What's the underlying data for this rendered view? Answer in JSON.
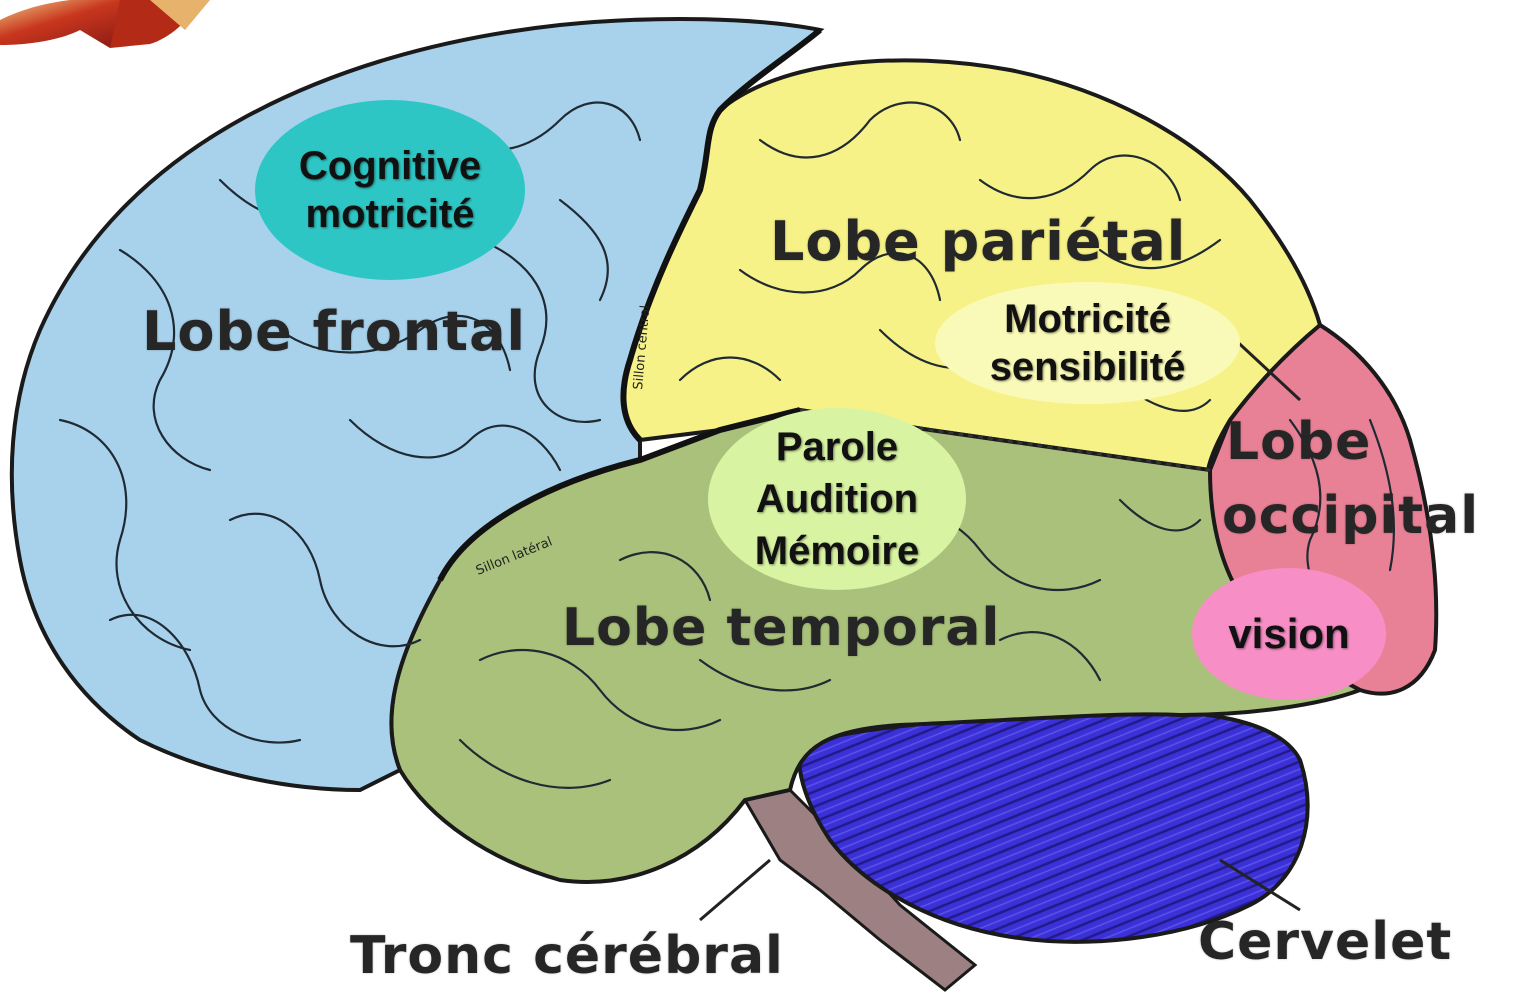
{
  "lobes": {
    "frontal": "Lobe frontal",
    "parietal": "Lobe pariétal",
    "temporal": "Lobe temporal",
    "occipital_line1": "Lobe",
    "occipital_line2": "occipital",
    "brainstem": "Tronc cérébral",
    "cerebellum": "Cervelet"
  },
  "sulci": {
    "central": "Sillon central",
    "lateral": "Sillon latéral"
  },
  "functions": {
    "frontal": [
      "Cognitive",
      "motricité"
    ],
    "parietal": [
      "Motricité",
      "sensibilité"
    ],
    "temporal": [
      "Parole",
      "Audition",
      "Mémoire"
    ],
    "occipital": [
      "vision"
    ]
  },
  "colors": {
    "frontal": "#a8d2ec",
    "parietal": "#f6f287",
    "temporal": "#a9c17a",
    "occipital": "#e98196",
    "cerebellum": "#3b31d6",
    "brainstem": "#9d8182",
    "bubble_frontal": "#2ec6c4",
    "bubble_parietal": "#fafab8",
    "bubble_temporal": "#d8f3a2",
    "bubble_occipital": "#f78ec6"
  }
}
